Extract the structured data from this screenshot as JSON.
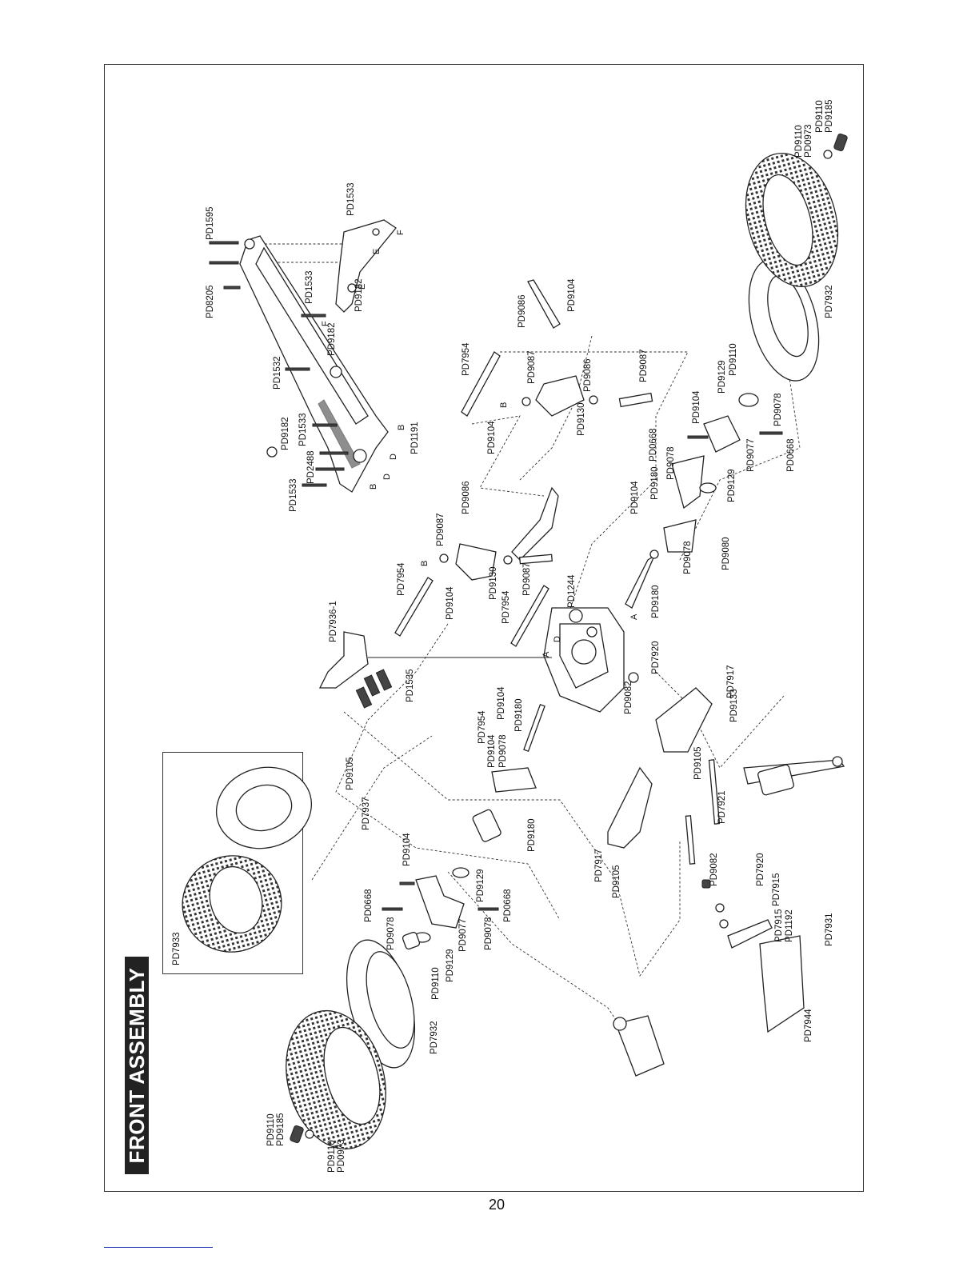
{
  "page": {
    "title": "FRONT ASSEMBLY",
    "page_number": "20"
  },
  "inset": {
    "label": "PD7933"
  },
  "labels": {
    "top_hinge": [
      "PD1595",
      "PD8205",
      "PD1533",
      "PD9182",
      "PD1533",
      "PD9182",
      "PD1532",
      "PD9182",
      "PD1533",
      "PD2488",
      "PD1533",
      "PD1191"
    ],
    "servo_saver": [
      "PD9086",
      "PD9104",
      "PD7954",
      "PD9087",
      "PD9086",
      "PD9087",
      "PD9130",
      "PD9104"
    ],
    "right_knuckle": [
      "PD9110",
      "PD0973",
      "PD9110",
      "PD9185",
      "PD7932",
      "PD9129",
      "PD9110",
      "PD9104",
      "PD0668",
      "PD9078",
      "PD9078",
      "PD0668",
      "PD9077",
      "PD9129",
      "PD9180"
    ],
    "center": [
      "PD9087",
      "PD9086",
      "PD9104",
      "PD9078",
      "PD9080",
      "PD7954",
      "PD9104",
      "PD9130",
      "PD9087",
      "PD7954",
      "PD1244",
      "PD9180",
      "PD7936-1",
      "PD1535",
      "PD7920",
      "PD7917",
      "PD9133",
      "PD9082",
      "PD9104",
      "PD7954",
      "PD9180",
      "PD9104",
      "PD9078",
      "PD9105",
      "PD7921",
      "PD9105",
      "PD7937",
      "PD9180",
      "PD7917",
      "PD9105",
      "PD9082",
      "PD7920",
      "PD7915",
      "PD7915",
      "PD1192",
      "PD7931",
      "PD7944"
    ],
    "left_knuckle": [
      "PD9104",
      "PD0668",
      "PD9078",
      "PD9129",
      "PD9077",
      "PD9078",
      "PD0668",
      "PD9129",
      "PD9110",
      "PD7932",
      "PD9110",
      "PD9185",
      "PD9110",
      "PD0973"
    ]
  },
  "arrows": [
    "F",
    "E",
    "E",
    "F",
    "B",
    "D",
    "D",
    "B",
    "B",
    "B",
    "A",
    "D",
    "A"
  ]
}
